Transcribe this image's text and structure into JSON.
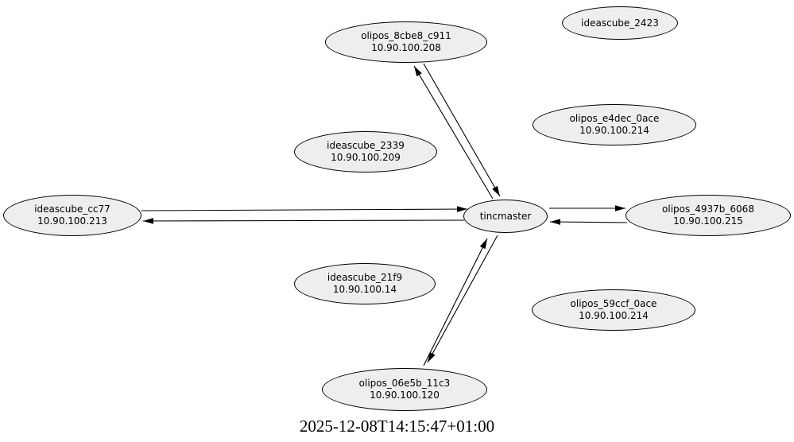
{
  "graph": {
    "caption": "2025-12-08T14:15:47+01:00",
    "colors": {
      "background": "#ffffff",
      "node_fill": "#eeeeee",
      "node_stroke": "#000000",
      "edge": "#000000",
      "text": "#000000"
    },
    "nodes": [
      {
        "id": "olipos_8cbe8_c911",
        "label": "olipos_8cbe8_c911",
        "ip": "10.90.100.208"
      },
      {
        "id": "ideascube_2423",
        "label": "ideascube_2423",
        "ip": ""
      },
      {
        "id": "olipos_e4dec_0ace",
        "label": "olipos_e4dec_0ace",
        "ip": "10.90.100.214"
      },
      {
        "id": "ideascube_2339",
        "label": "ideascube_2339",
        "ip": "10.90.100.209"
      },
      {
        "id": "ideascube_cc77",
        "label": "ideascube_cc77",
        "ip": "10.90.100.213"
      },
      {
        "id": "tincmaster",
        "label": "tincmaster",
        "ip": ""
      },
      {
        "id": "olipos_4937b_6068",
        "label": "olipos_4937b_6068",
        "ip": "10.90.100.215"
      },
      {
        "id": "ideascube_21f9",
        "label": "ideascube_21f9",
        "ip": "10.90.100.14"
      },
      {
        "id": "olipos_59ccf_0ace",
        "label": "olipos_59ccf_0ace",
        "ip": "10.90.100.214"
      },
      {
        "id": "olipos_06e5b_11c3",
        "label": "olipos_06e5b_11c3",
        "ip": "10.90.100.120"
      }
    ],
    "edges": [
      {
        "from": "tincmaster",
        "to": "olipos_8cbe8_c911"
      },
      {
        "from": "olipos_8cbe8_c911",
        "to": "tincmaster"
      },
      {
        "from": "ideascube_cc77",
        "to": "tincmaster"
      },
      {
        "from": "tincmaster",
        "to": "ideascube_cc77"
      },
      {
        "from": "tincmaster",
        "to": "olipos_4937b_6068"
      },
      {
        "from": "olipos_4937b_6068",
        "to": "tincmaster"
      },
      {
        "from": "olipos_06e5b_11c3",
        "to": "tincmaster"
      },
      {
        "from": "tincmaster",
        "to": "olipos_06e5b_11c3"
      }
    ]
  }
}
